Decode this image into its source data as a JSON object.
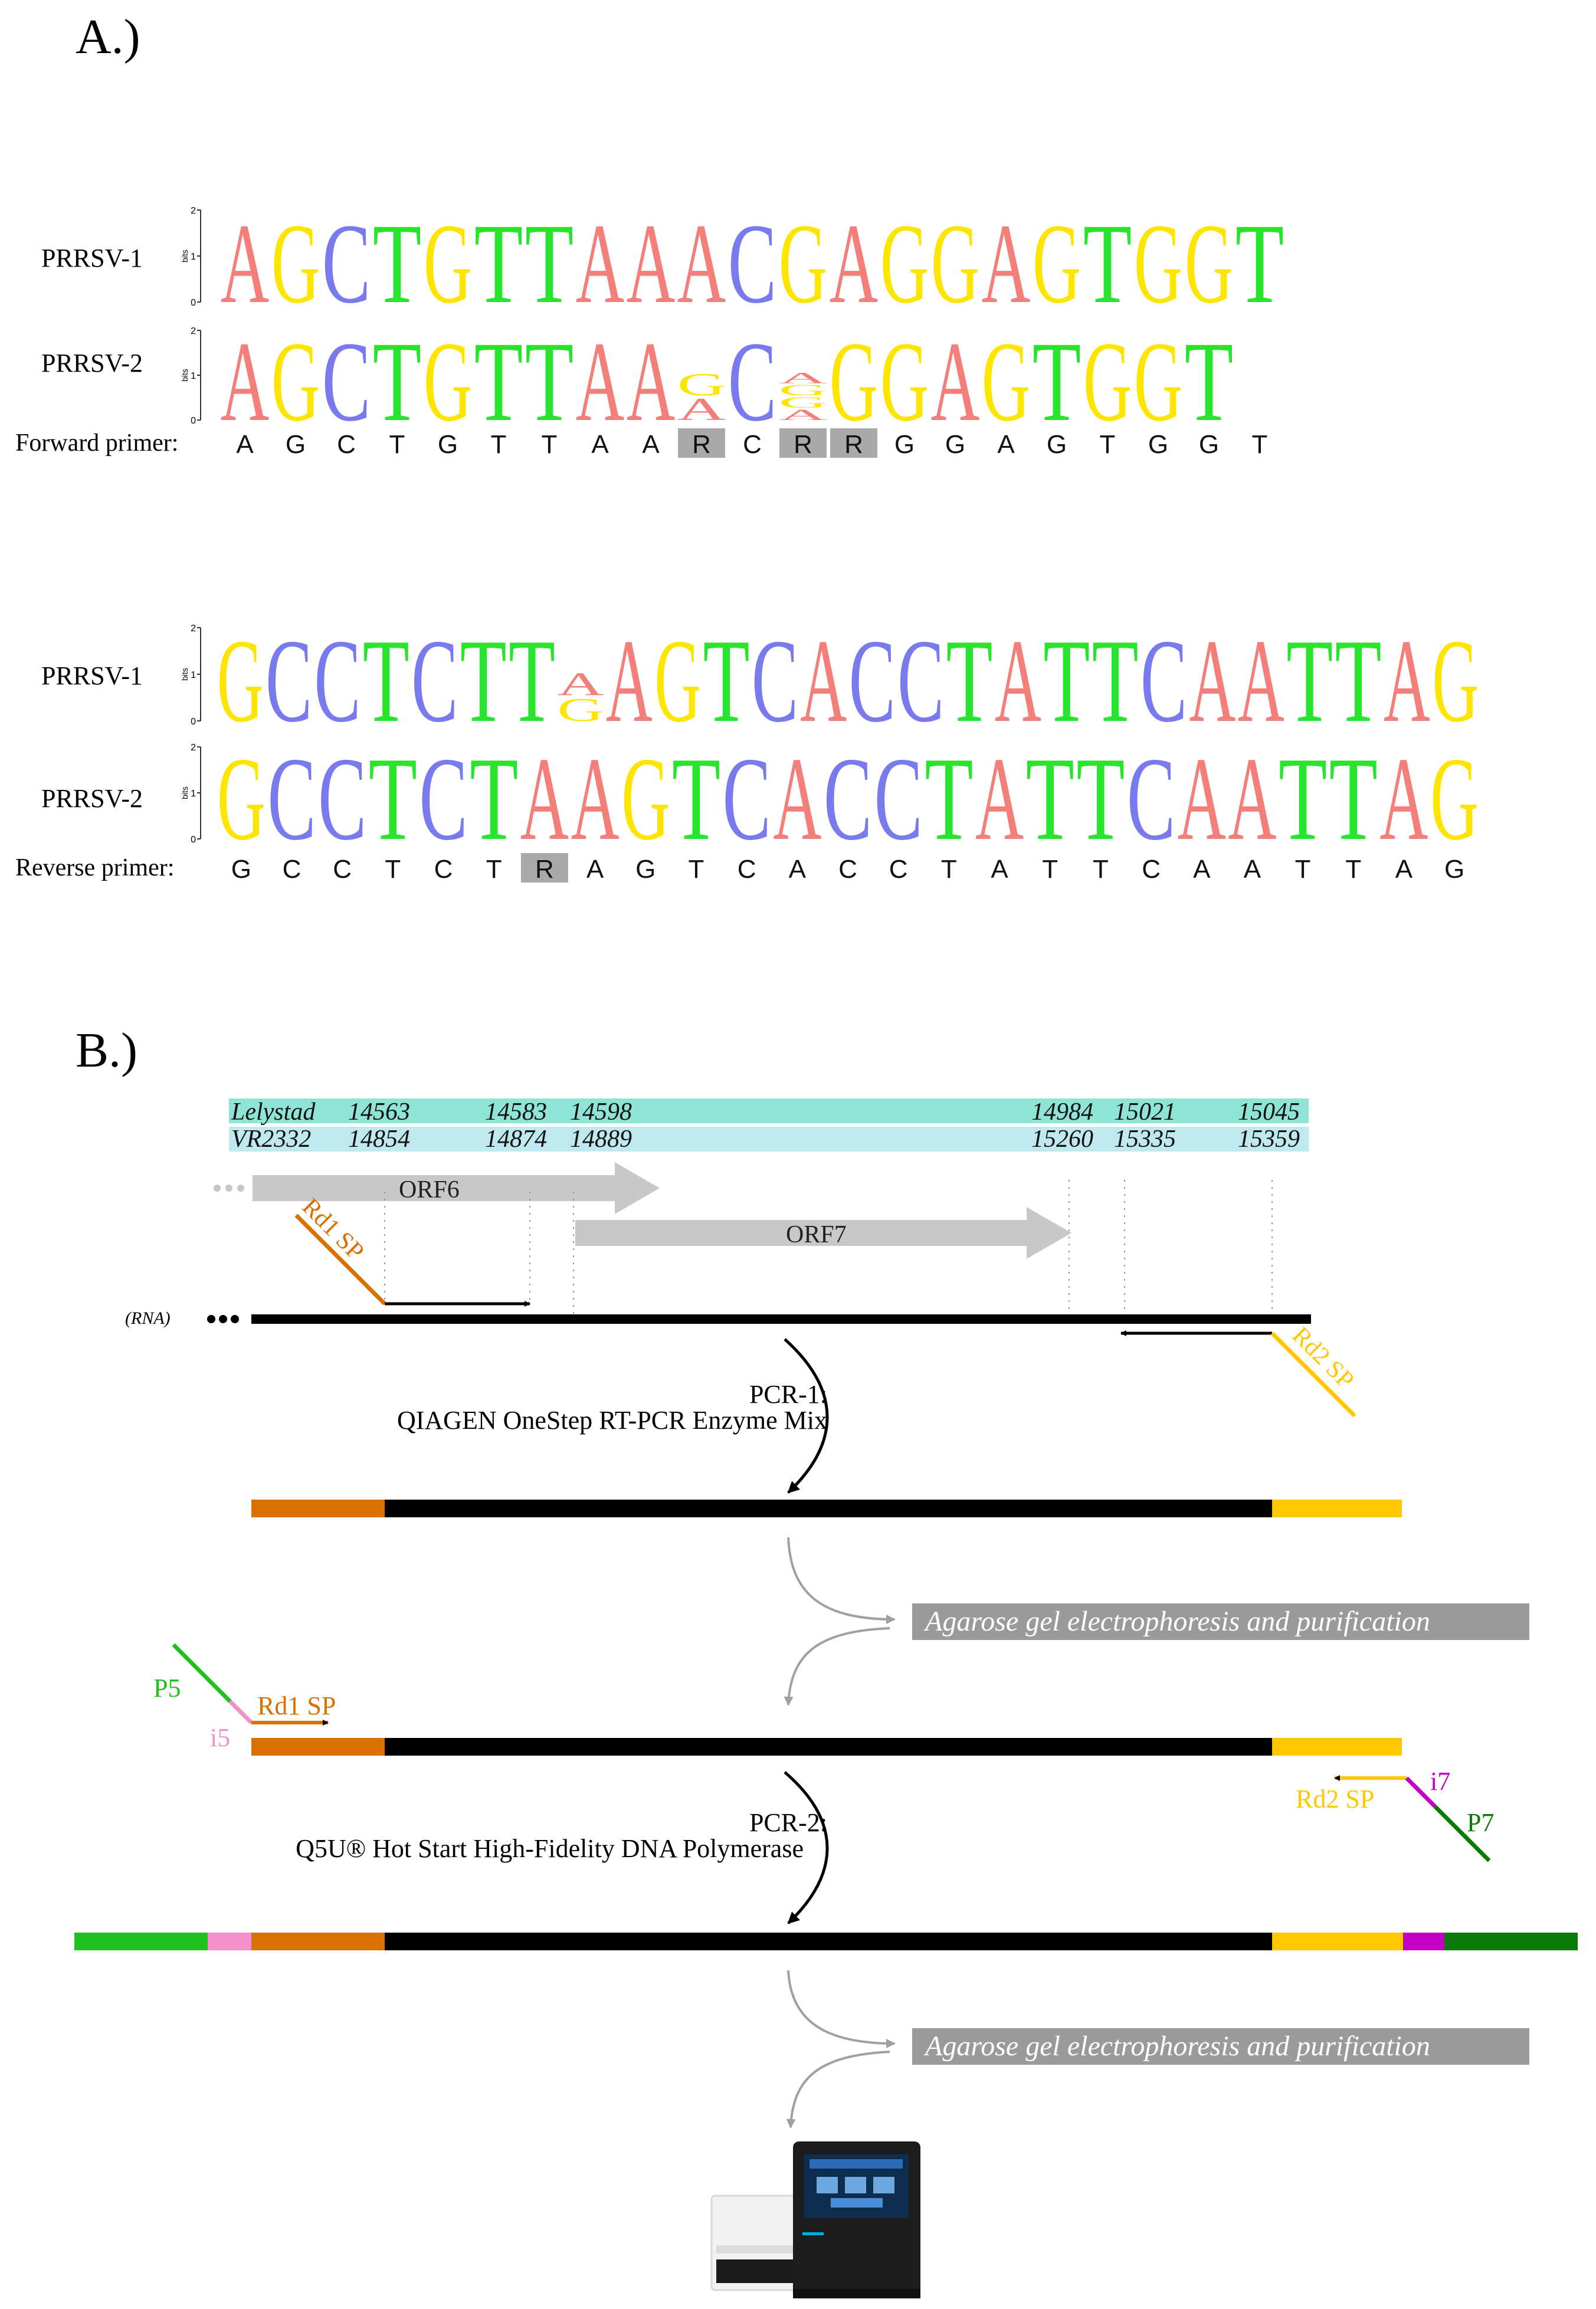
{
  "colors": {
    "A": "#f47f7a",
    "C": "#7a7aef",
    "G": "#fde500",
    "T": "#27e42d",
    "orange": "#d97000",
    "yellow": "#ffc800",
    "lightgreen": "#1fc11f",
    "darkgreen": "#0a7a0a",
    "pink": "#f48fc9",
    "magenta": "#c400c4",
    "gray": "#c8c8c8",
    "teal1": "#8ee5d6",
    "teal2": "#bfe9ee"
  },
  "panel_a": {
    "label": "A.)",
    "axis_unit": "bits",
    "axis_ticks": [
      "2",
      "1",
      "0"
    ],
    "forward": {
      "rows": [
        {
          "label": "PRRSV-1",
          "logo": [
            [
              "A"
            ],
            [
              "G"
            ],
            [
              "C"
            ],
            [
              "T"
            ],
            [
              "G"
            ],
            [
              "T"
            ],
            [
              "T"
            ],
            [
              "A"
            ],
            [
              "A"
            ],
            [
              "A"
            ],
            [
              "C"
            ],
            [
              "G"
            ],
            [
              "A"
            ],
            [
              "G"
            ],
            [
              "G"
            ],
            [
              "A"
            ],
            [
              "G"
            ],
            [
              "T"
            ],
            [
              "G"
            ],
            [
              "G"
            ],
            [
              "T"
            ]
          ]
        },
        {
          "label": "PRRSV-2",
          "logo": [
            [
              "A"
            ],
            [
              "G"
            ],
            [
              "C"
            ],
            [
              "T"
            ],
            [
              "G"
            ],
            [
              "T"
            ],
            [
              "T"
            ],
            [
              "A"
            ],
            [
              "A"
            ],
            [
              "A",
              "G"
            ],
            [
              "C"
            ],
            [
              "A",
              "G",
              "G",
              "A"
            ],
            [
              "G"
            ],
            [
              "G"
            ],
            [
              "A"
            ],
            [
              "G"
            ],
            [
              "T"
            ],
            [
              "G"
            ],
            [
              "G"
            ],
            [
              "T"
            ]
          ]
        }
      ],
      "primer_label": "Forward primer:",
      "primer": [
        "A",
        "G",
        "C",
        "T",
        "G",
        "T",
        "T",
        "A",
        "A",
        "R",
        "C",
        "R",
        "R",
        "G",
        "G",
        "A",
        "G",
        "T",
        "G",
        "G",
        "T"
      ],
      "highlight": [
        9,
        11,
        12
      ]
    },
    "reverse": {
      "rows": [
        {
          "label": "PRRSV-1",
          "logo": [
            [
              "G"
            ],
            [
              "C"
            ],
            [
              "C"
            ],
            [
              "T"
            ],
            [
              "C"
            ],
            [
              "T"
            ],
            [
              "T"
            ],
            [
              "G",
              "A"
            ],
            [
              "A"
            ],
            [
              "G"
            ],
            [
              "T"
            ],
            [
              "C"
            ],
            [
              "A"
            ],
            [
              "C"
            ],
            [
              "C"
            ],
            [
              "T"
            ],
            [
              "A"
            ],
            [
              "T"
            ],
            [
              "T"
            ],
            [
              "C"
            ],
            [
              "A"
            ],
            [
              "A"
            ],
            [
              "T"
            ],
            [
              "T"
            ],
            [
              "A"
            ],
            [
              "G"
            ]
          ]
        },
        {
          "label": "PRRSV-2",
          "logo": [
            [
              "G"
            ],
            [
              "C"
            ],
            [
              "C"
            ],
            [
              "T"
            ],
            [
              "C"
            ],
            [
              "T"
            ],
            [
              "A"
            ],
            [
              "A"
            ],
            [
              "G"
            ],
            [
              "T"
            ],
            [
              "C"
            ],
            [
              "A"
            ],
            [
              "C"
            ],
            [
              "C"
            ],
            [
              "T"
            ],
            [
              "A"
            ],
            [
              "T"
            ],
            [
              "T"
            ],
            [
              "C"
            ],
            [
              "A"
            ],
            [
              "A"
            ],
            [
              "T"
            ],
            [
              "T"
            ],
            [
              "A"
            ],
            [
              "G"
            ]
          ]
        }
      ],
      "primer_label": "Reverse primer:",
      "primer": [
        "G",
        "C",
        "C",
        "T",
        "C",
        "T",
        "R",
        "A",
        "G",
        "T",
        "C",
        "A",
        "C",
        "C",
        "T",
        "A",
        "T",
        "T",
        "C",
        "A",
        "A",
        "T",
        "T",
        "A",
        "G"
      ],
      "highlight": [
        6
      ]
    }
  },
  "panel_b": {
    "label": "B.)",
    "genome_rows": [
      {
        "name": "Lelystad",
        "positions": [
          "14563",
          "14583",
          "14598",
          "14984",
          "15021",
          "15045"
        ]
      },
      {
        "name": "VR2332",
        "positions": [
          "14854",
          "14874",
          "14889",
          "15260",
          "15335",
          "15359"
        ]
      }
    ],
    "orf6": "ORF6",
    "orf7": "ORF7",
    "rna_label": "(RNA)",
    "rd1": "Rd1 SP",
    "rd2": "Rd2 SP",
    "pcr1_title": "PCR-1:",
    "pcr1_enzyme": "QIAGEN OneStep RT-PCR Enzyme Mix",
    "purification": "Agarose gel electrophoresis and purification",
    "p5": "P5",
    "i5": "i5",
    "i7": "i7",
    "p7": "P7",
    "pcr2_title": "PCR-2:",
    "pcr2_enzyme": "Q5U® Hot Start High-Fidelity DNA Polymerase"
  }
}
